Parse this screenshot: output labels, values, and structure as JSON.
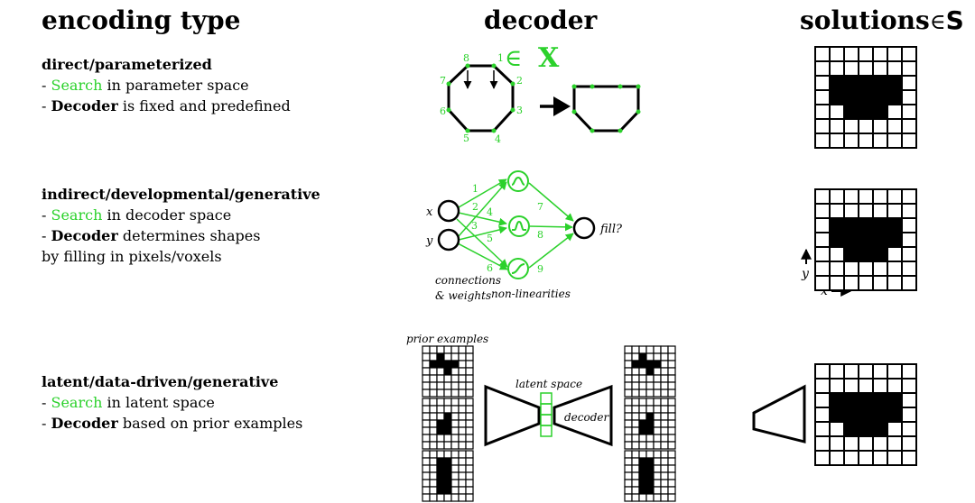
{
  "headers": {
    "encoding": "encoding type",
    "decoder": "decoder",
    "solutions": "solutions",
    "solutions_set": "S",
    "element_of": "∈"
  },
  "sections": [
    {
      "title": "direct/parameterized",
      "line1_pre": "- ",
      "line1_green": "Search",
      "line1_post": " in parameter space",
      "line2_pre": "- ",
      "line2_bold": "Decoder",
      "line2_post": " is fixed and predefined",
      "line3": ""
    },
    {
      "title": "indirect/developmental/generative",
      "line1_pre": "- ",
      "line1_green": "Search",
      "line1_post": " in decoder space",
      "line2_pre": "- ",
      "line2_bold": "Decoder",
      "line2_post": " determines shapes",
      "line3": "by filling in pixels/voxels"
    },
    {
      "title": "latent/data-driven/generative",
      "line1_pre": "- ",
      "line1_green": "Search",
      "line1_post": " in latent space",
      "line2_pre": "- ",
      "line2_bold": "Decoder",
      "line2_post": " based on prior examples",
      "line3": ""
    }
  ],
  "octagon": {
    "vertex_labels": [
      "1",
      "2",
      "3",
      "4",
      "5",
      "6",
      "7",
      "8"
    ],
    "set_symbol": "∈",
    "set_label": "X"
  },
  "network": {
    "input_x": "x",
    "input_y": "y",
    "output": "fill?",
    "weights": [
      "1",
      "2",
      "3",
      "4",
      "5",
      "6",
      "7",
      "8",
      "9"
    ],
    "caption_connections_1": "connections",
    "caption_connections_2": "& weights",
    "caption_nonlin": "non-linearities"
  },
  "axes": {
    "y": "y",
    "x": "x"
  },
  "latent": {
    "prior_examples": "prior examples",
    "latent_space": "latent space",
    "decoder": "decoder"
  },
  "colors": {
    "green": "#2bd12b",
    "black": "#000000"
  }
}
